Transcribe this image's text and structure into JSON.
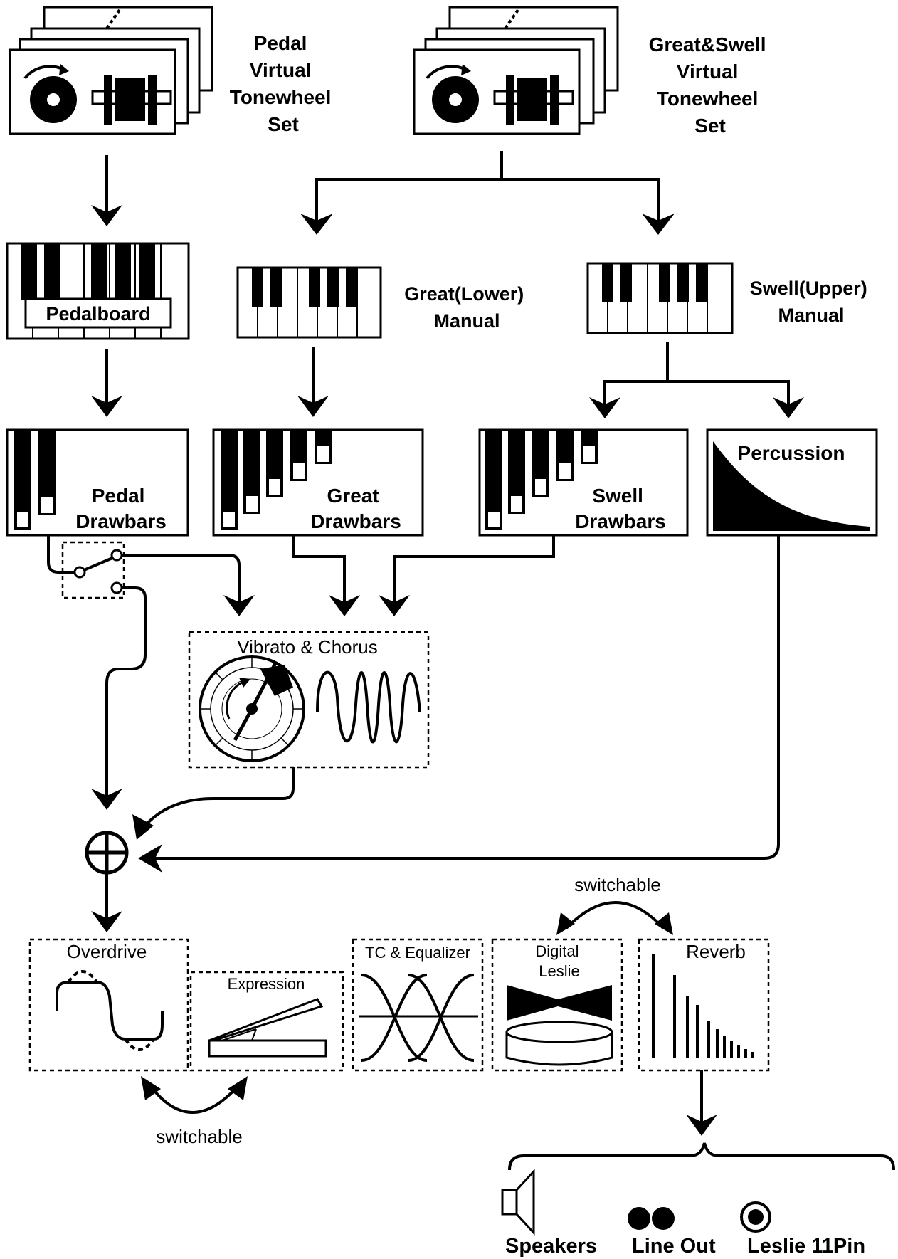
{
  "labels": {
    "pedal_tonewheel": [
      "Pedal",
      "Virtual",
      "Tonewheel",
      "Set"
    ],
    "gs_tonewheel": [
      "Great&Swell",
      "Virtual",
      "Tonewheel",
      "Set"
    ],
    "pedalboard": "Pedalboard",
    "great_manual": [
      "Great(Lower)",
      "Manual"
    ],
    "swell_manual": [
      "Swell(Upper)",
      "Manual"
    ],
    "pedal_drawbars": [
      "Pedal",
      "Drawbars"
    ],
    "great_drawbars": [
      "Great",
      "Drawbars"
    ],
    "swell_drawbars": [
      "Swell",
      "Drawbars"
    ],
    "percussion": "Percussion",
    "vibrato_chorus": "Vibrato & Chorus",
    "overdrive": "Overdrive",
    "expression": "Expression",
    "tc_equalizer": "TC & Equalizer",
    "digital_leslie": [
      "Digital",
      "Leslie"
    ],
    "reverb": "Reverb",
    "switchable_top": "switchable",
    "switchable_bottom": "switchable",
    "speakers": "Speakers",
    "line_out": "Line Out",
    "leslie_11pin": "Leslie 11Pin"
  },
  "icons": [
    "tonewheel-icon",
    "keyboard-icon",
    "drawbar-icon",
    "percussion-envelope-icon",
    "switch-icon",
    "dial-icon",
    "sine-wave-icon",
    "mixer-plus-icon",
    "clipped-wave-icon",
    "expression-pedal-icon",
    "eq-curves-icon",
    "leslie-rotor-icon",
    "reverb-decay-icon",
    "speaker-icon",
    "jack-icon"
  ]
}
